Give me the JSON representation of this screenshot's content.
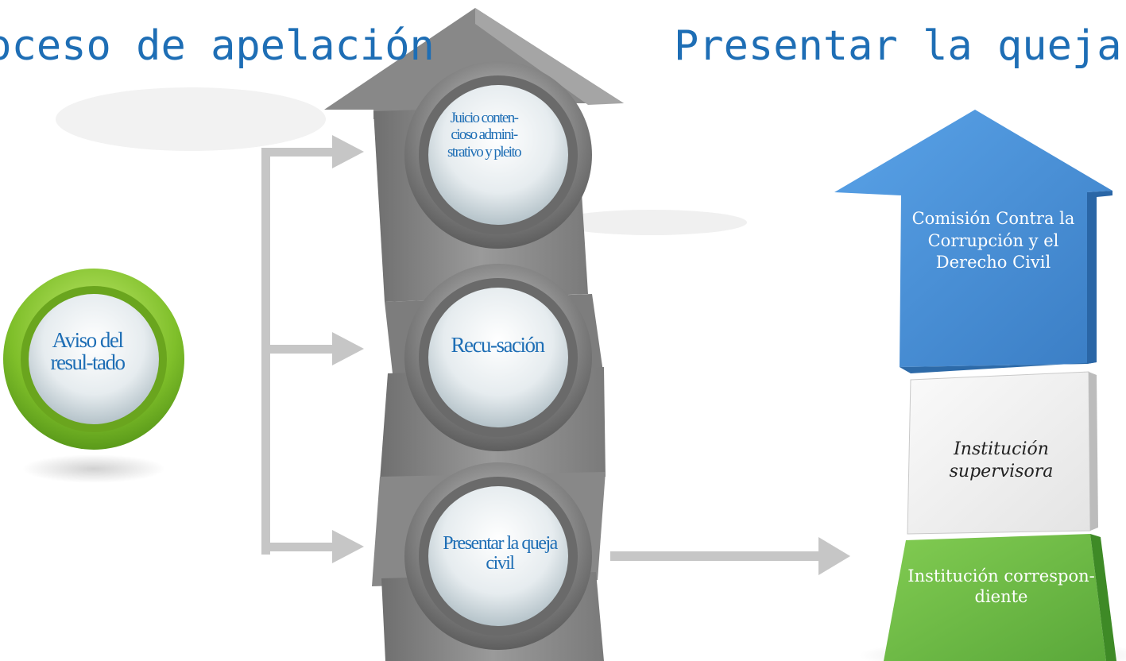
{
  "titles": {
    "left": "roceso de apelación",
    "right": "Presentar la queja"
  },
  "nodes": {
    "aviso": "Aviso del resul-tado",
    "juicio": "Juicio conten-cioso admini-strativo y pleito",
    "recusacion": "Recu-sación",
    "queja_civil": "Presentar la queja civil"
  },
  "stack": {
    "top": "Comisión Contra la Corrupción y el Derecho Civil",
    "middle": "Institución supervisora",
    "bottom": "Institución correspon-diente"
  },
  "colors": {
    "title": "#1e6eb5",
    "green_ring": "#8cc63f",
    "blue_arrow": "#4a90d9",
    "gray_arrow": "#8a8a8a",
    "green_box": "#72b84b",
    "connector": "#c8c8c8"
  }
}
